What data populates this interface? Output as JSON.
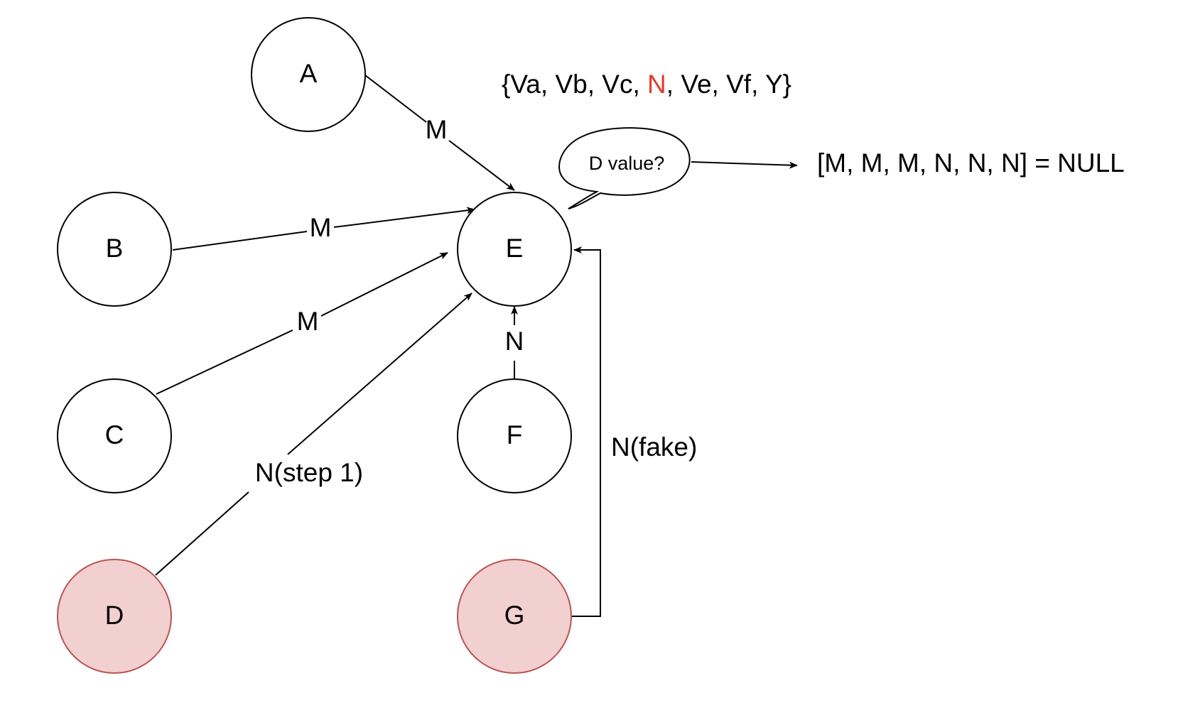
{
  "colors": {
    "background": "#ffffff",
    "stroke": "#000000",
    "normal_fill": "#ffffff",
    "highlight_fill": "#f2d0cf",
    "highlight_stroke": "#b85450",
    "accent_text": "#e03c2c"
  },
  "nodes": {
    "a": "A",
    "b": "B",
    "c": "C",
    "d": "D",
    "e": "E",
    "f": "F",
    "g": "G"
  },
  "highlighted_nodes": [
    "D",
    "G"
  ],
  "edges": {
    "a_to_e": "M",
    "b_to_e": "M",
    "c_to_e": "M",
    "d_to_e": "N(step 1)",
    "f_to_e": "N",
    "g_to_e": "N(fake)"
  },
  "value_set": {
    "open": "{",
    "va": "Va",
    "vb": "Vb",
    "vc": "Vc",
    "n": "N",
    "ve": "Ve",
    "vf": "Vf",
    "y": "Y",
    "close": "}"
  },
  "speech_bubble": "D value?",
  "result": "[M, M, M, N, N, N] = NULL"
}
